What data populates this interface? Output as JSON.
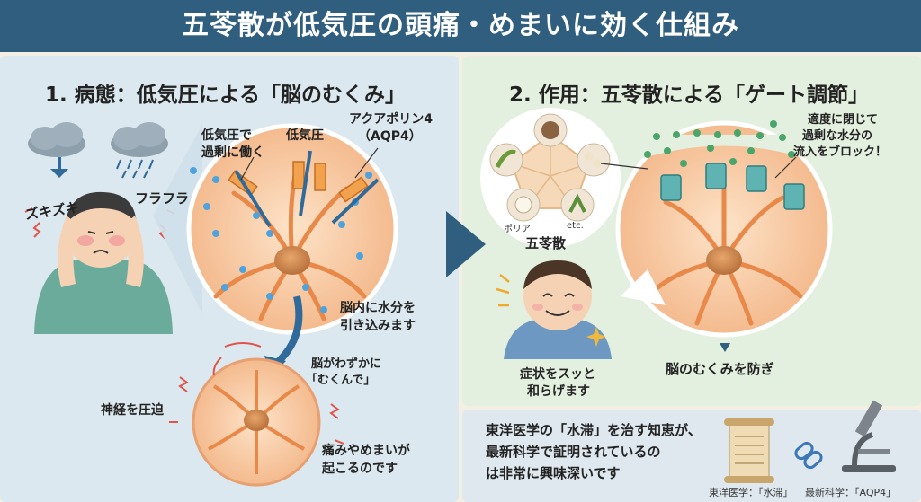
{
  "header": {
    "title": "五苓散が低気圧の頭痛・めまいに効く仕組み"
  },
  "left": {
    "title": "1. 病態：低気圧による「脳のむくみ」",
    "sfx_left": "ズキズキ",
    "sfx_right": "フラフラ",
    "label_low_pressure_overwork": [
      "低気圧で",
      "過剰に働く"
    ],
    "label_low_pressure": "低気圧",
    "label_aqp4": [
      "アクアポリン4",
      "（AQP4）"
    ],
    "label_water_in": [
      "脳内に水分を",
      "引き込みます"
    ],
    "label_brain_swell": [
      "脳がわずかに",
      "「むくんで」"
    ],
    "label_nerve": "神経を圧迫",
    "label_symptoms": [
      "痛みやめまいが",
      "起こるのです"
    ]
  },
  "right": {
    "title": "2. 作用：五苓散による「ゲート調節」",
    "herb_poria": "ポリア",
    "herb_etc": "etc.",
    "goreisan": "五苓散",
    "label_block": [
      "適度に閉じて",
      "過剰な水分の",
      "流入をブロック！"
    ],
    "label_relief": [
      "症状をスッと",
      "和らげます"
    ],
    "label_prevent": "脳のむくみを防ぎ"
  },
  "bottom": {
    "text": [
      "東洋医学の「水滞」を治す知恵が、",
      "最新科学で証明されているの",
      "は非常に興味深いです"
    ],
    "caption_east": "東洋医学：「水滞」",
    "caption_sci": "最新科学：「AQP4」"
  },
  "colors": {
    "header": "#2f5e7e",
    "left_bg": "#dce8ef",
    "right_bg": "#e3efdf",
    "cell": "#f6c59a",
    "channel": "#5fb3b3",
    "arrow": "#2f6a9a"
  },
  "icons": [
    "cloud-rain-icon",
    "cloud-rain-icon",
    "head-pain-person",
    "brain-cell",
    "smiling-boy",
    "scroll-icon",
    "link-icon",
    "microscope-icon",
    "sparkle-icon"
  ]
}
